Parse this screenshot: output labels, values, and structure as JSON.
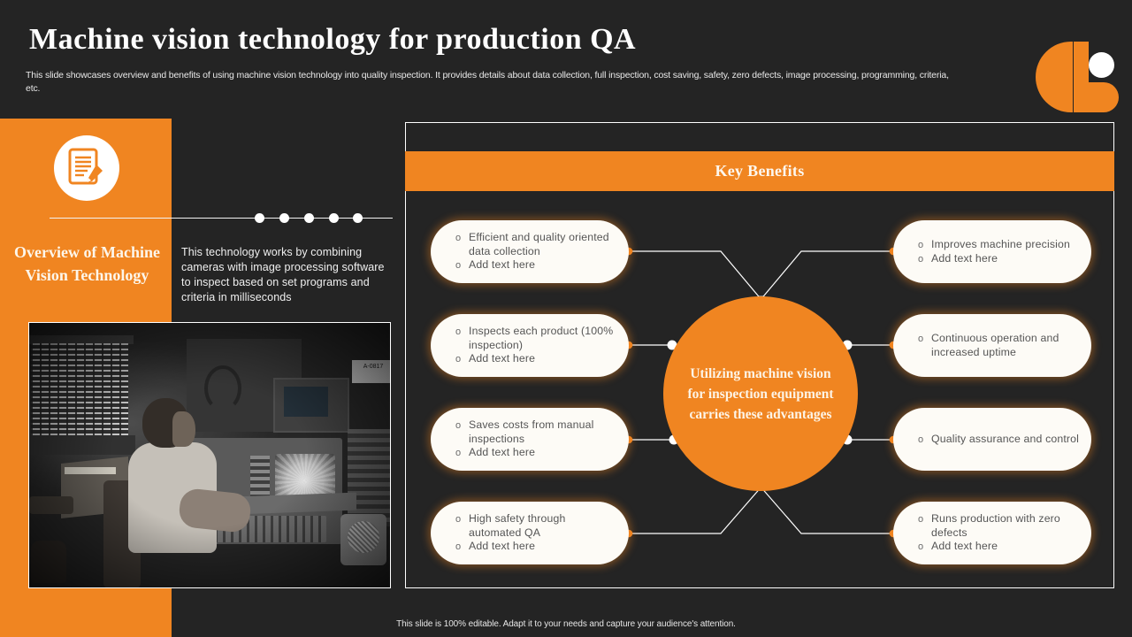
{
  "header": {
    "title": "Machine vision technology for production QA",
    "subtitle": "This slide showcases overview and benefits of using machine vision technology into quality inspection. It provides details about data collection, full inspection, cost saving, safety, zero defects, image processing, programming, criteria, etc.",
    "logo_icon": "brand-logo-icon"
  },
  "overview": {
    "icon": "document-edit-icon",
    "title": "Overview of Machine Vision Technology",
    "body": "This technology works by combining cameras with image processing software to inspect based on set programs and criteria in milliseconds",
    "photo_alt": "operator-at-control-console-photo",
    "timeline_dot_count": 5
  },
  "key_benefits": {
    "header": "Key Benefits",
    "center": "Utilizing machine vision for inspection equipment carries these advantages",
    "pills": [
      {
        "id": "efficient-data-collection",
        "side": "left",
        "lines": [
          "Efficient and quality oriented data collection",
          "Add text here"
        ]
      },
      {
        "id": "inspects-each-product",
        "side": "left",
        "lines": [
          "Inspects each product (100% inspection)",
          "Add text here"
        ]
      },
      {
        "id": "saves-costs",
        "side": "left",
        "lines": [
          "Saves costs from manual inspections",
          "Add text here"
        ]
      },
      {
        "id": "high-safety",
        "side": "left",
        "lines": [
          "High safety through automated QA",
          "Add text here"
        ]
      },
      {
        "id": "improves-precision",
        "side": "right",
        "lines": [
          "Improves machine precision",
          "Add text here"
        ]
      },
      {
        "id": "continuous-operation",
        "side": "right",
        "lines": [
          "Continuous operation and increased uptime"
        ]
      },
      {
        "id": "quality-assurance",
        "side": "right",
        "lines": [
          "Quality assurance and control"
        ]
      },
      {
        "id": "zero-defects",
        "side": "right",
        "lines": [
          "Runs production with zero defects",
          "Add text here"
        ]
      }
    ],
    "bullet_mark": "o"
  },
  "footer": {
    "note": "This slide is 100% editable. Adapt it to your needs and capture your audience's attention."
  },
  "colors": {
    "accent": "#F08521",
    "background": "#242424",
    "pill": "#FDFBF6",
    "title_text": "#FFFFFF"
  }
}
